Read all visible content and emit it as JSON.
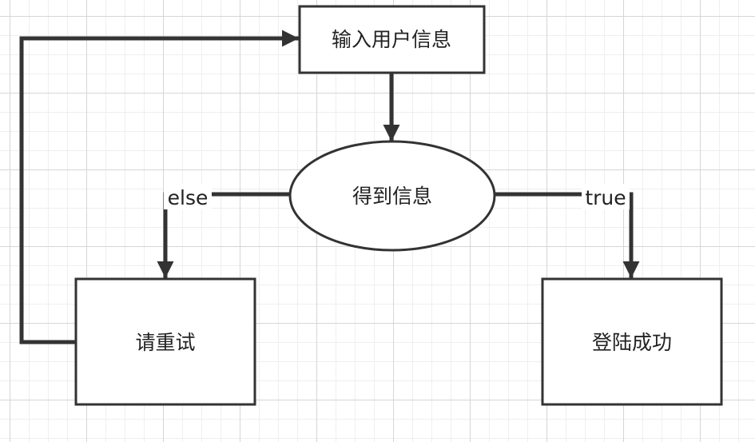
{
  "diagram": {
    "nodes": {
      "input": {
        "label": "输入用户信息",
        "shape": "rectangle"
      },
      "get_info": {
        "label": "得到信息",
        "shape": "ellipse"
      },
      "retry": {
        "label": "请重试",
        "shape": "rectangle"
      },
      "success": {
        "label": "登陆成功",
        "shape": "rectangle"
      }
    },
    "edges": {
      "input_to_get": {
        "from": "input",
        "to": "get_info",
        "label": ""
      },
      "get_to_retry": {
        "from": "get_info",
        "to": "retry",
        "label": "else"
      },
      "get_to_success": {
        "from": "get_info",
        "to": "success",
        "label": "true"
      },
      "retry_to_input": {
        "from": "retry",
        "to": "input",
        "label": ""
      }
    }
  },
  "colors": {
    "stroke": "#333333",
    "fill": "#ffffff",
    "text": "#222222"
  }
}
